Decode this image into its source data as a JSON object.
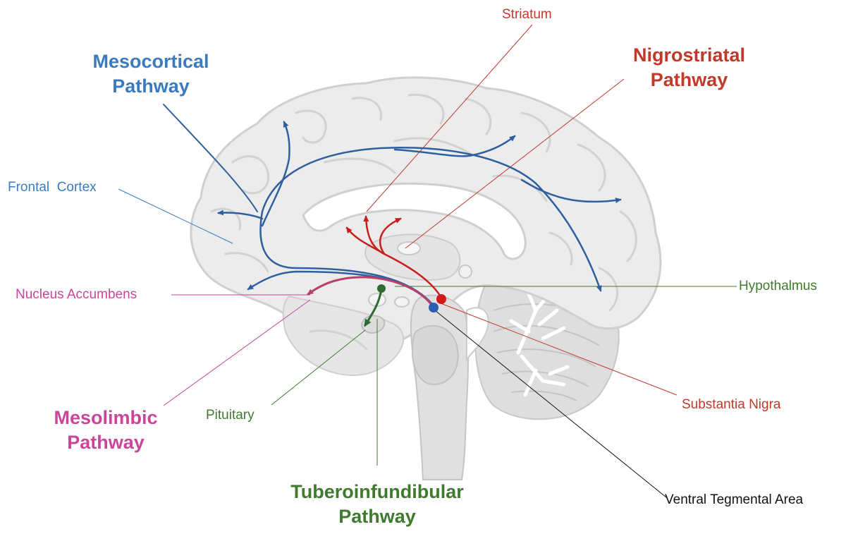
{
  "colors": {
    "mesocortical": "#2f5f9e",
    "nigrostriatal": "#c81d1d",
    "mesolimbic": "#b8406a",
    "tuberoinfundibular": "#2e6b2e",
    "label_blue": "#3a7bbf",
    "label_red": "#c0392b",
    "label_magenta": "#c9469a",
    "label_green": "#3f7a2e",
    "brain_fill": "#e9e9e9",
    "brain_detail": "#cfcfcf"
  },
  "pathways": {
    "mesocortical": {
      "line1": "Mesocortical",
      "line2": "Pathway"
    },
    "nigrostriatal": {
      "line1": "Nigrostriatal",
      "line2": "Pathway"
    },
    "mesolimbic": {
      "line1": "Mesolimbic",
      "line2": "Pathway"
    },
    "tuberoinfundibular": {
      "line1": "Tuberoinfundibular",
      "line2": "Pathway"
    }
  },
  "structures": {
    "striatum": "Striatum",
    "frontal_cortex": "Frontal  Cortex",
    "nucleus_accumbens": "Nucleus Accumbens",
    "hypothalamus": "Hypothalmus",
    "substantia_nigra": "Substantia Nigra",
    "pituitary": "Pituitary",
    "vta": "Ventral Tegmental Area"
  }
}
